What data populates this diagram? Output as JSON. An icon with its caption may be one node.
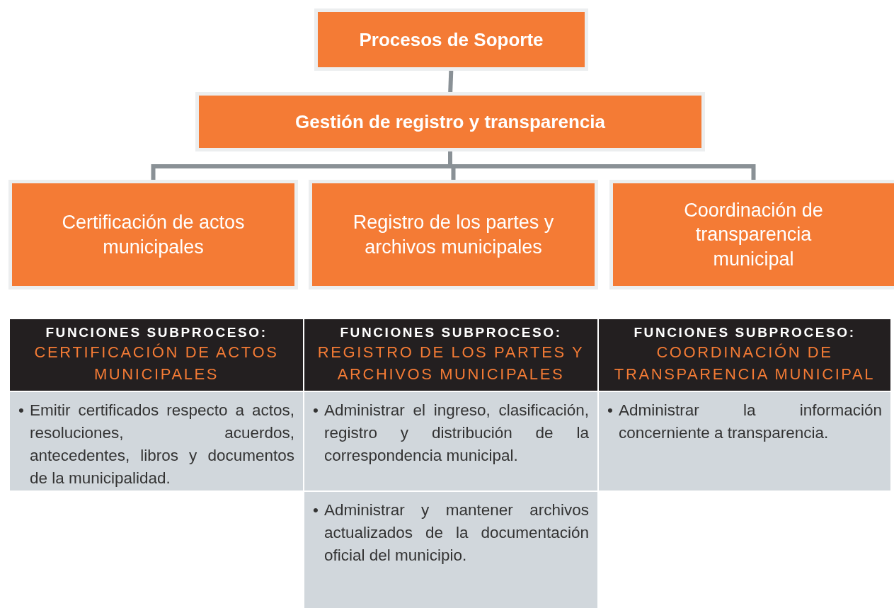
{
  "diagram": {
    "nodes": [
      {
        "text": [
          "Procesos de Soporte"
        ]
      },
      {
        "text": [
          "Gestión de registro y transparencia"
        ]
      },
      {
        "text": [
          "Certificación de actos municipales"
        ]
      },
      {
        "text": [
          "Registro de los partes y archivos municipales"
        ]
      },
      {
        "text": [
          "Coordinación de transparencia municipal"
        ]
      }
    ],
    "edges": [
      {
        "from": 0,
        "to": 1,
        "arrow": "none"
      },
      {
        "from": 1,
        "to": 2,
        "arrow": "none"
      },
      {
        "from": 1,
        "to": 3,
        "arrow": "none"
      },
      {
        "from": 1,
        "to": 4,
        "arrow": "none"
      }
    ],
    "labels": [
      "FUNCIONES SUBPROCESO:",
      "CERTIFICACIÓN DE ACTOS MUNICIPALES",
      "FUNCIONES SUBPROCESO:",
      "REGISTRO DE LOS PARTES Y ARCHIVOS MUNICIPALES",
      "FUNCIONES SUBPROCESO:",
      "COORDINACIÓN DE TRANSPARENCIA MUNICIPAL",
      "•",
      "Emitir certificados respecto a actos, resoluciones, acuerdos, antecedentes, libros y documentos de la municipalidad.",
      "•",
      "Administrar el ingreso, clasificación, registro y distribución de la correspondencia municipal.",
      "•",
      "Administrar la información concerniente a transparencia.",
      "•",
      "Administrar y mantener archivos actualizados de la documentación oficial del municipio."
    ]
  }
}
